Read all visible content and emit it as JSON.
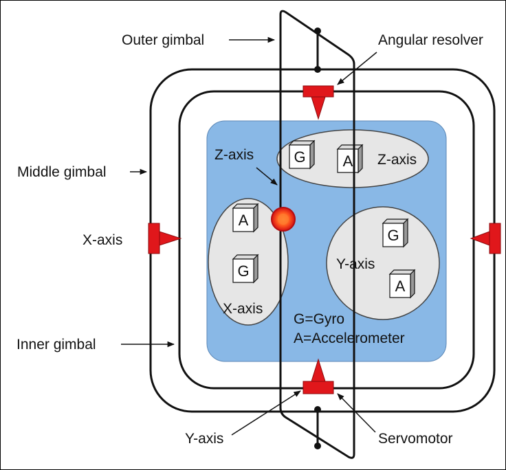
{
  "labels": {
    "outer_gimbal": "Outer gimbal",
    "angular_resolver": "Angular resolver",
    "middle_gimbal": "Middle gimbal",
    "x_axis_left": "X-axis",
    "inner_gimbal": "Inner gimbal",
    "y_axis_bottom": "Y-axis",
    "servomotor": "Servomotor",
    "z_axis_arrow": "Z-axis"
  },
  "sensor_groups": {
    "z": {
      "axis_label": "Z-axis",
      "gyro": "G",
      "accel": "A"
    },
    "x": {
      "axis_label": "X-axis",
      "gyro": "G",
      "accel": "A"
    },
    "y": {
      "axis_label": "Y-axis",
      "gyro": "G",
      "accel": "A"
    }
  },
  "legend": {
    "gyro": "G=Gyro",
    "accel": "A=Accelerometer"
  },
  "colors": {
    "platform": "#89b8e6",
    "sensor_ellipse": "#e6e6e6",
    "actuator": "#e0171b",
    "gimbal_line": "#111111"
  }
}
